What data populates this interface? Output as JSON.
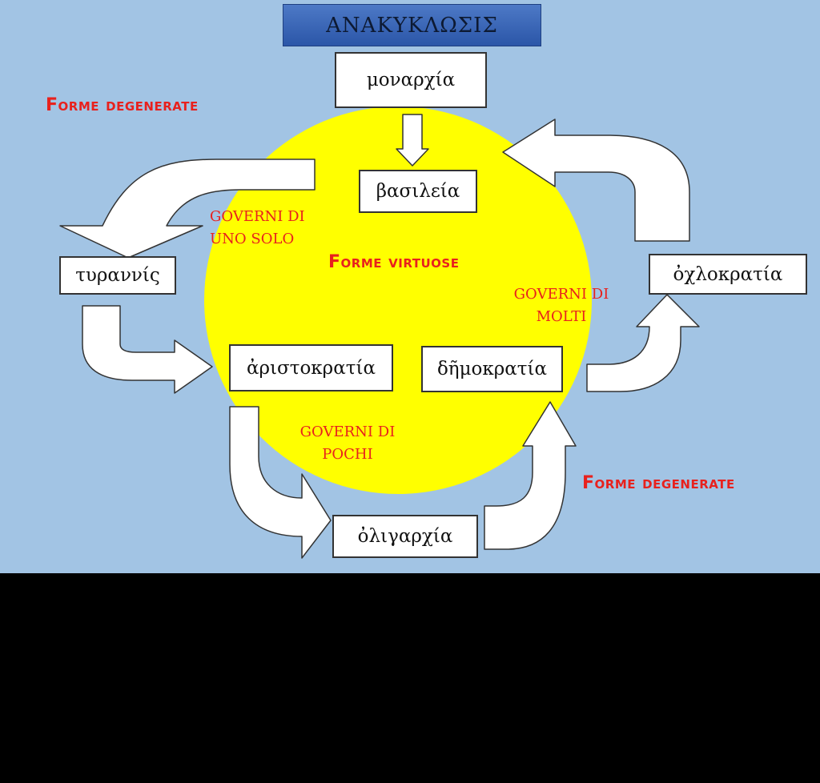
{
  "diagram": {
    "title": "ΑΝΑΚΥΚΛΩΣΙΣ",
    "colors": {
      "background": "#a2c4e4",
      "circle": "#ffff00",
      "label": "#e8211d",
      "title_box": "#3e6bbb",
      "arrow_fill": "#ffffff",
      "arrow_stroke": "#333333",
      "lower_band": "#000000"
    },
    "nodes": {
      "monarchia": "μοναρχία",
      "basileia": "βασιλεία",
      "tyrannis": "τυραννίς",
      "aristokratia": "ἀριστοκρατία",
      "demokratia": "δῆμοκρατία",
      "oligarchia": "ὀλιγαρχία",
      "ochlokratia": "ὀχλοκρατία"
    },
    "labels": {
      "forme_degenerate_left": "Forme degenerate",
      "forme_degenerate_right": "Forme degenerate",
      "forme_virtuose": "Forme virtuose",
      "governi_uno_solo": [
        "GOVERNI DI",
        "UNO SOLO"
      ],
      "governi_molti": [
        "GOVERNI DI",
        "MOLTI"
      ],
      "governi_pochi": [
        "GOVERNI DI",
        "POCHI"
      ]
    },
    "edges": [
      {
        "from": "monarchia",
        "to": "basileia"
      },
      {
        "from": "basileia",
        "to": "tyrannis"
      },
      {
        "from": "tyrannis",
        "to": "aristokratia"
      },
      {
        "from": "aristokratia",
        "to": "oligarchia"
      },
      {
        "from": "oligarchia",
        "to": "demokratia"
      },
      {
        "from": "demokratia",
        "to": "ochlokratia"
      },
      {
        "from": "ochlokratia",
        "to": "monarchia"
      }
    ]
  }
}
